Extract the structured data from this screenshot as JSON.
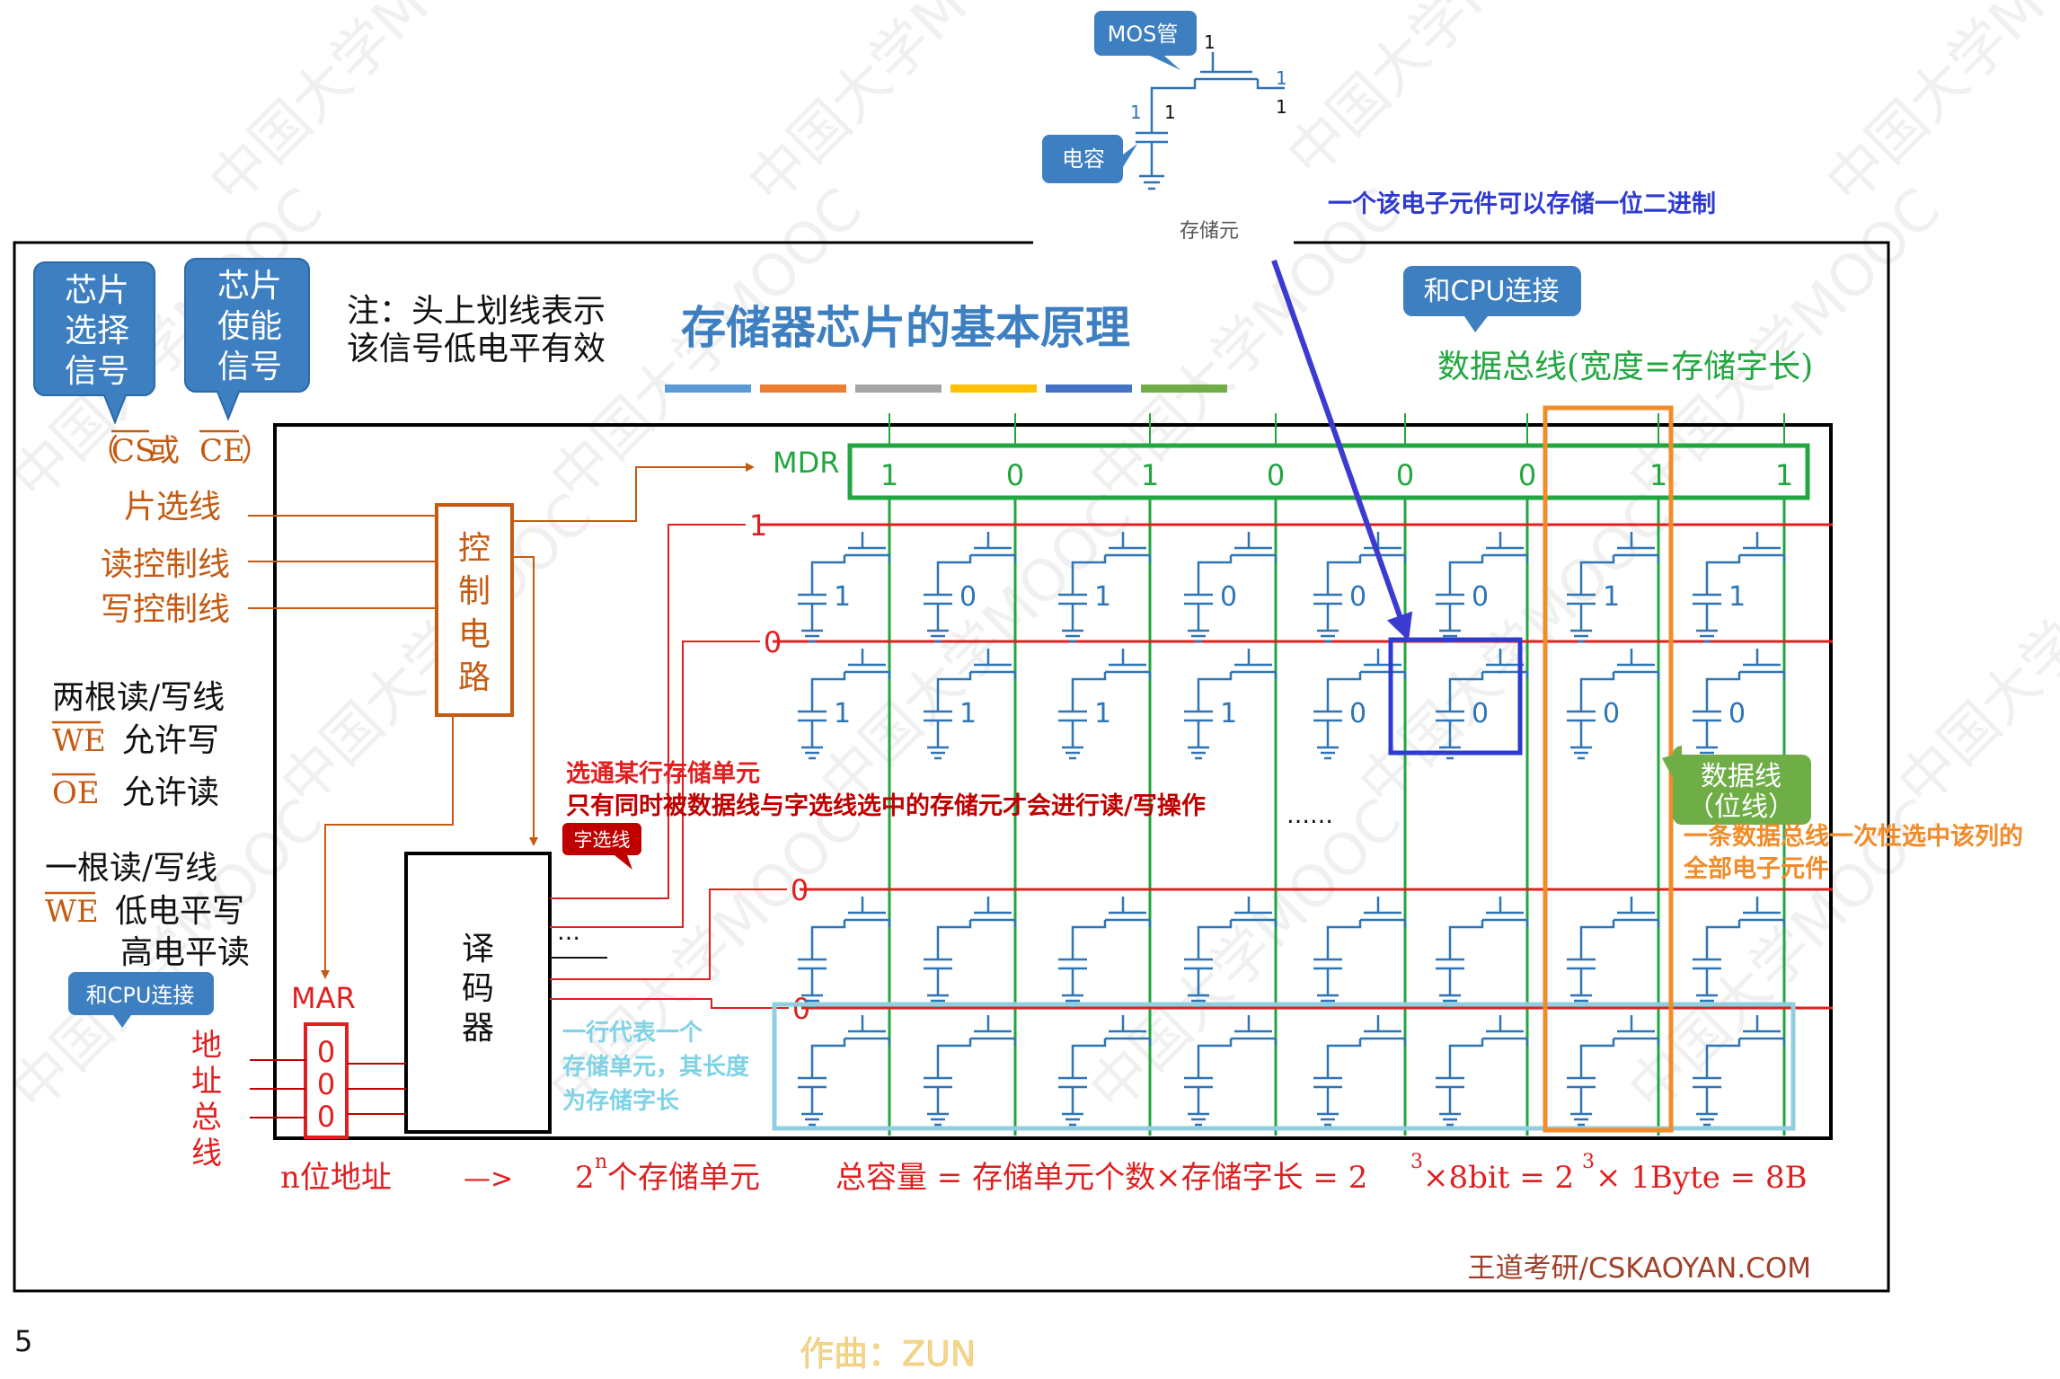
{
  "slide": {
    "title": "存储器芯片的基本原理",
    "page_number": "5",
    "footer_brand": "王道考研/CSKAOYAN.COM",
    "music_credit": "作曲：ZUN",
    "watermark": "中国大学MOOC",
    "title_bar_colors": [
      "#5b9bd5",
      "#ed7d31",
      "#a5a5a5",
      "#ffc000",
      "#4472c4",
      "#70ad47"
    ]
  },
  "callouts": {
    "mos": "MOS管",
    "capacitor": "电容",
    "cell_caption": "存储元",
    "one_bit_note": "一个该电子元件可以存储一位二进制",
    "cpu_link_top": "和CPU连接",
    "cpu_link_left": "和CPU连接",
    "chip_select": [
      "芯片",
      "选择",
      "信号"
    ],
    "chip_enable": [
      "芯片",
      "使能",
      "信号"
    ],
    "word_line_tag": "字选线",
    "data_line_tag": [
      "数据线",
      "（位线）"
    ],
    "colors": {
      "callout_blue": "#3d7fc1",
      "callout_green": "#6fae47",
      "word_tag_red": "#c00000"
    }
  },
  "mos_detail": {
    "gate_value": "1",
    "drain_values": [
      "1",
      "1"
    ],
    "cap_values": [
      "1",
      "1"
    ]
  },
  "left_panel": {
    "note_lines": [
      "注：头上划线表示",
      "该信号低电平有效"
    ],
    "cs_ce": {
      "open": "（",
      "cs": "CS",
      "or": " 或 ",
      "ce": "CE",
      "close": "）"
    },
    "chip_select_line": "片选线",
    "read_line": "读控制线",
    "write_line": "写控制线",
    "two_lines_title": "两根读/写线",
    "we_label": "WE",
    "we_meaning": "允许写",
    "oe_label": "OE",
    "oe_meaning": "允许读",
    "one_line_title": "一根读/写线",
    "we2_label": "WE",
    "we2_low": "低电平写",
    "we2_high": "高电平读",
    "mar_label": "MAR",
    "mar_bits": [
      "0",
      "0",
      "0"
    ],
    "address_bus": [
      "地",
      "址",
      "总",
      "线"
    ]
  },
  "circuit": {
    "control_label": [
      "控",
      "制",
      "电",
      "路"
    ],
    "decoder_label": [
      "译",
      "码",
      "器"
    ],
    "decoder_ellipsis": "…",
    "mdr_label": "MDR",
    "mdr_bits": [
      "1",
      "0",
      "1",
      "0",
      "0",
      "0",
      "1",
      "1"
    ],
    "row_select_values": [
      "1",
      "0",
      "0",
      "0"
    ],
    "cell_values_row1": [
      "1",
      "0",
      "1",
      "0",
      "0",
      "0",
      "1",
      "1"
    ],
    "cell_values_row2": [
      "1",
      "1",
      "1",
      "1",
      "0",
      "0",
      "0",
      "0"
    ],
    "middle_ellipsis": "……",
    "data_bus_title": "数据总线(宽度=存储字长)",
    "select_note_1": "选通某行存储单元",
    "select_note_2": "只有同时被数据线与字选线选中的存储元才会进行读/写操作",
    "row_note": [
      "一行代表一个",
      "存储单元，其长度",
      "为存储字长"
    ],
    "column_note": [
      "一条数据总线一次性选中该列的",
      "全部电子元件"
    ],
    "colors": {
      "data_line": "#22a640",
      "word_line": "#e02020",
      "control": "#c55a11",
      "cell": "#2e75b6",
      "highlight_row": "#8fcfe0",
      "highlight_col": "#f08c2a",
      "arrow": "#3b3bd0"
    }
  },
  "bottom_formula": {
    "n_bits": "n位地址",
    "arrow": "—>",
    "units_base": "2",
    "units_exp": "n",
    "units_text": " 个存储单元",
    "capacity_prefix": "总容量 = 存储单元个数×存储字长 = 2",
    "cap_exp1": "3",
    "cap_mid": "×8bit = 2",
    "cap_exp2": "3",
    "cap_suffix": " × 1Byte = 8B"
  }
}
